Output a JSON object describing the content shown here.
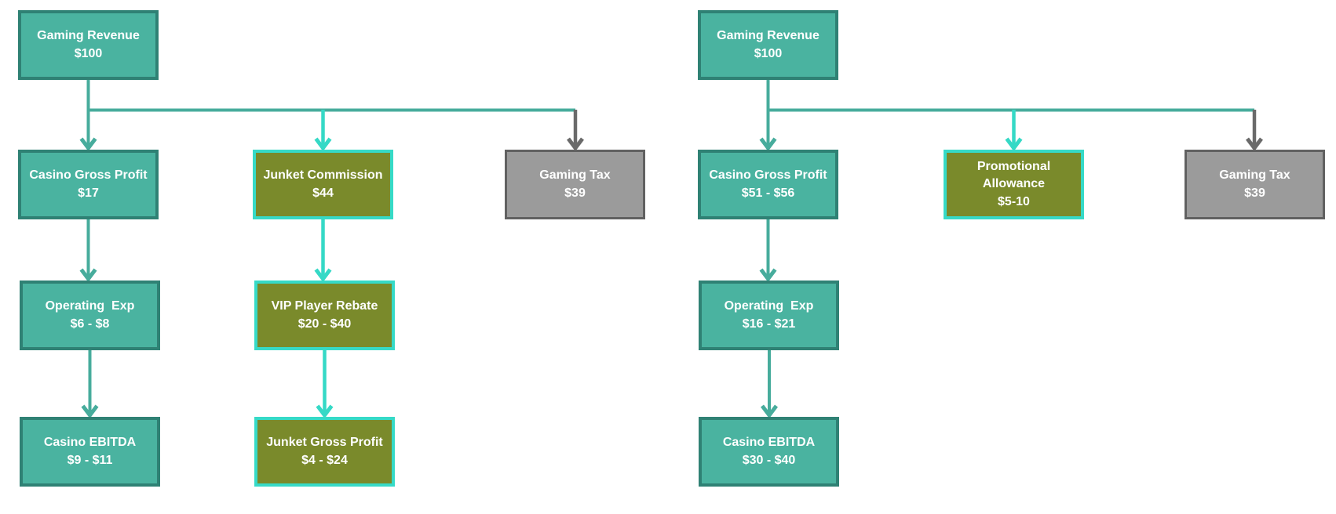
{
  "colors": {
    "background": "#FFFFFF",
    "teal_node_fill": "#4AB3A0",
    "teal_node_border": "#2F8174",
    "olive_node_fill": "#7A8A2B",
    "cyan_accent": "#36DAC7",
    "gray_node_fill": "#9B9B9B",
    "gray_node_border": "#616161",
    "teal_arrow": "#47AC9C",
    "cyan_arrow": "#35D9C6",
    "gray_arrow": "#6A6A6A",
    "node_text": "#FFFFFF"
  },
  "diagrams": [
    {
      "id": "left",
      "nodes": [
        {
          "title": "Gaming Revenue",
          "value": "$100",
          "style": "teal"
        },
        {
          "title": "Casino Gross Profit",
          "value": "$17",
          "style": "teal"
        },
        {
          "title": "Junket Commission",
          "value": "$44",
          "style": "olive"
        },
        {
          "title": "Gaming Tax",
          "value": "$39",
          "style": "gray"
        },
        {
          "title": "Operating  Exp",
          "value": "$6 - $8",
          "style": "teal"
        },
        {
          "title": "VIP Player Rebate",
          "value": "$20 - $40",
          "style": "olive"
        },
        {
          "title": "Casino EBITDA",
          "value": "$9 - $11",
          "style": "teal"
        },
        {
          "title": "Junket Gross Profit",
          "value": "$4 - $24",
          "style": "olive"
        }
      ]
    },
    {
      "id": "right",
      "nodes": [
        {
          "title": "Gaming Revenue",
          "value": "$100",
          "style": "teal"
        },
        {
          "title": "Casino Gross Profit",
          "value": "$51 - $56",
          "style": "teal"
        },
        {
          "title": "Promotional\nAllowance",
          "value": "$5-10",
          "style": "olive"
        },
        {
          "title": "Gaming Tax",
          "value": "$39",
          "style": "gray"
        },
        {
          "title": "Operating  Exp",
          "value": "$16 - $21",
          "style": "teal"
        },
        {
          "title": "Casino EBITDA",
          "value": "$30 - $40",
          "style": "teal"
        }
      ]
    }
  ]
}
